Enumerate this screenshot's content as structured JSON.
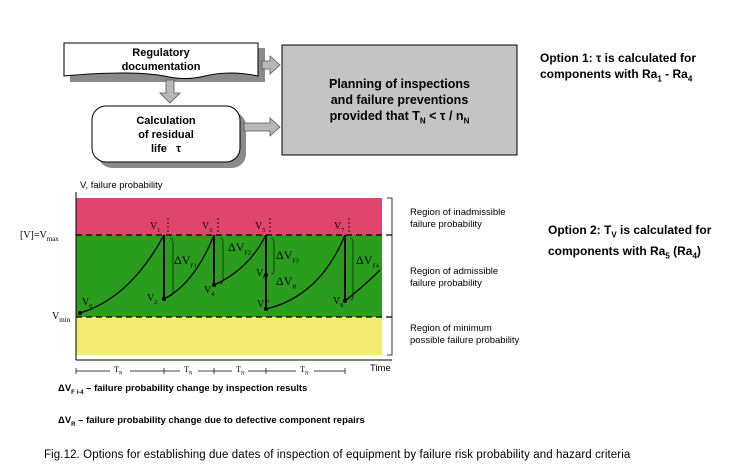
{
  "flowchart": {
    "regulatory": {
      "line1": "Regulatory",
      "line2": "documentation"
    },
    "residual": {
      "line1": "Calculation",
      "line2": "of residual",
      "line3": "life",
      "tau": "τ"
    },
    "planning": {
      "line1": "Planning of inspections",
      "line2": "and failure preventions",
      "line3_prefix": "provided that  T",
      "sub_n": "N",
      "mid": " < τ / n",
      "sub_n2": "N"
    }
  },
  "options": {
    "option1": {
      "line1": "Option 1: τ is calculated for",
      "line2_prefix": "components with Ra",
      "sub1": "1",
      "line2_mid": " - Ra",
      "sub2": "4"
    },
    "option2": {
      "line1_prefix": "Option 2: T",
      "sub_v": "V",
      "line1_suffix": " is calculated for",
      "line2_prefix": "components with Ra",
      "sub1": "5",
      "line2_mid": " (Ra",
      "sub2": "4",
      "line2_suffix": ")"
    }
  },
  "chart": {
    "ylabel": "V, failure probability",
    "xlabel": "Time",
    "ytick_top": "[V]=V",
    "ytick_top_sub": "max",
    "ytick_bottom": "V",
    "ytick_bottom_sub": "min",
    "points": {
      "v0": "V",
      "v0_sub": "0",
      "v1": "V",
      "v1_sub": "1",
      "v2": "V",
      "v2_sub": "2",
      "v3": "V",
      "v3_sub": "3",
      "v4": "V",
      "v4_sub": "4",
      "v5": "V",
      "v5_sub": "5",
      "v6": "V",
      "v6_sub": "6",
      "v6p": "V",
      "v6p_sub": "6",
      "v7": "V",
      "v7_sub": "7",
      "v8": "V",
      "v8_sub": "8"
    },
    "deltas": {
      "dv_f1": "ΔV",
      "dv_f1_sub": "F1",
      "dv_f2": "ΔV",
      "dv_f2_sub": "F2",
      "dv_f3": "ΔV",
      "dv_f3_sub": "F3",
      "dv_r": "ΔV",
      "dv_r_sub": "R",
      "dv_f4": "ΔV",
      "dv_f4_sub": "F4"
    },
    "intervals": [
      {
        "label": "T",
        "sub": "N"
      },
      {
        "label": "T",
        "sub": "N"
      },
      {
        "label": "T",
        "sub": "N"
      },
      {
        "label": "T",
        "sub": "N"
      }
    ],
    "colors": {
      "inadmissible": "#e0456e",
      "admissible": "#2a9d1e",
      "minimum": "#f3ec72"
    }
  },
  "regions": {
    "inadmissible": {
      "line1": "Region of inadmissible",
      "line2": "failure probability"
    },
    "admissible": {
      "line1": "Region of admissible",
      "line2": "failure probability"
    },
    "minimum": {
      "line1": "Region of minimum",
      "line2": "possible failure probability"
    }
  },
  "legend": {
    "f": {
      "symbol": "ΔV",
      "sub": "F i-4",
      "text": " –  failure probability change by inspection results"
    },
    "r": {
      "symbol": "ΔV",
      "sub": "R",
      "text": "  –  failure probability change due to defective component repairs"
    }
  },
  "caption": "Fig.12. Options for establishing due dates of inspection of equipment by failure risk probability and hazard criteria"
}
